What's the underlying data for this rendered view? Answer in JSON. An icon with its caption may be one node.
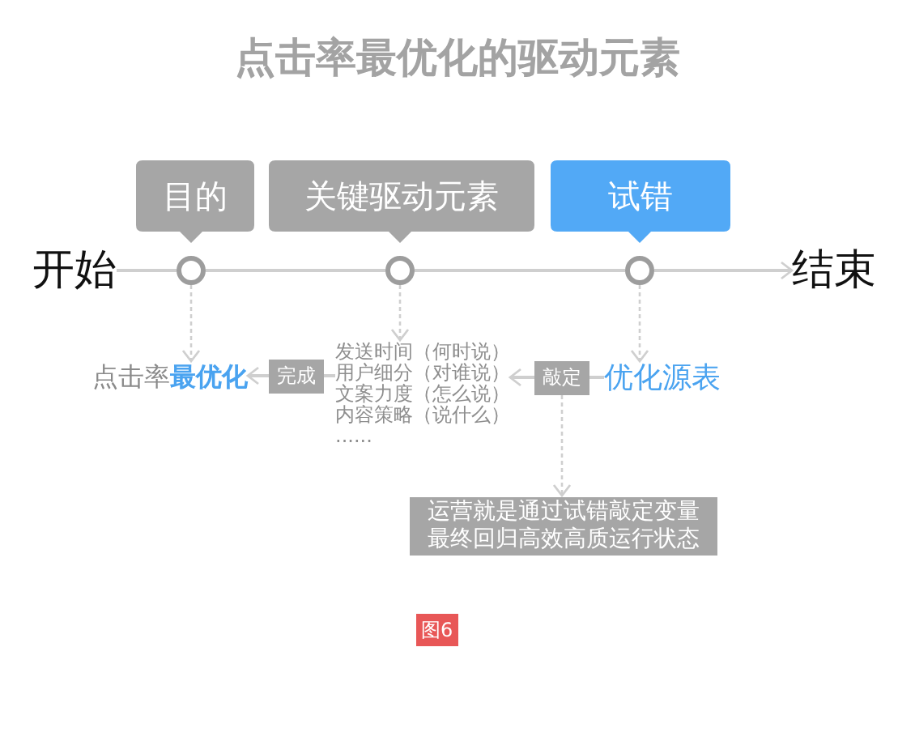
{
  "diagram": {
    "title": "点击率最优化的驱动元素",
    "caption": "图6",
    "nodes": [
      {
        "text": [
          "目的"
        ]
      },
      {
        "text": [
          "关键驱动元素"
        ]
      },
      {
        "text": [
          "试错"
        ]
      },
      {
        "text": [
          "开始"
        ]
      },
      {
        "text": [],
        "shape": "circle"
      },
      {
        "text": [],
        "shape": "circle"
      },
      {
        "text": [],
        "shape": "circle"
      },
      {
        "text": [
          "结束"
        ]
      },
      {
        "text": [
          "点击率**最优化**"
        ]
      },
      {
        "text": [
          "完成"
        ]
      },
      {
        "text": [
          "发送时间（何时说）",
          "用户细分（对谁说）",
          "文案力度（怎么说）",
          "内容策略（说什么）",
          "......"
        ]
      },
      {
        "text": [
          "敲定"
        ]
      },
      {
        "text": [
          "优化源表"
        ]
      },
      {
        "text": [
          "运营就是通过试错敲定变量最终回归高效高质运行状态"
        ]
      }
    ],
    "edges": [
      {
        "from": 3,
        "to": 4,
        "arrow": "none"
      },
      {
        "from": 4,
        "to": 5,
        "arrow": "none"
      },
      {
        "from": 5,
        "to": 6,
        "arrow": "none"
      },
      {
        "from": 6,
        "to": 7,
        "arrow": "to"
      },
      {
        "from": 4,
        "to": 8,
        "arrow": "to",
        "style": "dashed"
      },
      {
        "from": 5,
        "to": 10,
        "arrow": "to",
        "style": "dashed"
      },
      {
        "from": 6,
        "to": 12,
        "arrow": "to",
        "style": "dashed"
      },
      {
        "from": 10,
        "to": 9,
        "arrow": "none"
      },
      {
        "from": 9,
        "to": 8,
        "arrow": "to"
      },
      {
        "from": 12,
        "to": 11,
        "arrow": "none"
      },
      {
        "from": 11,
        "to": 10,
        "arrow": "to"
      },
      {
        "from": 11,
        "to": 13,
        "arrow": "to",
        "style": "dashed"
      }
    ]
  }
}
